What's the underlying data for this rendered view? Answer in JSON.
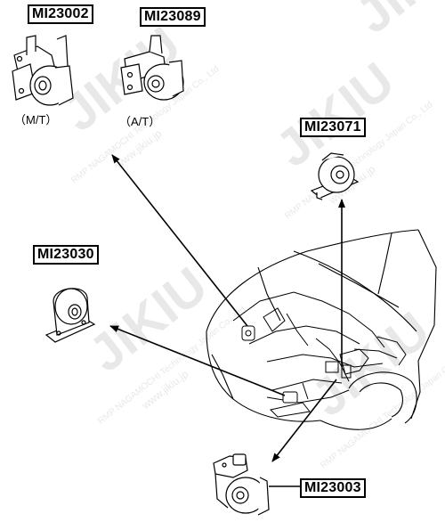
{
  "parts": [
    {
      "code": "MI23002",
      "variant": "（M/T）"
    },
    {
      "code": "MI23089",
      "variant": "（A/T）"
    },
    {
      "code": "MI23071"
    },
    {
      "code": "MI23030"
    },
    {
      "code": "MI23003"
    }
  ],
  "watermark": {
    "brand": "JIKIU",
    "company": "RMP NAGAMOCHI Technology Japan Co., Ltd",
    "website": "www.jikiu.jp"
  },
  "colors": {
    "line": "#000000",
    "watermark": "#e7e7e7",
    "background": "#ffffff"
  }
}
